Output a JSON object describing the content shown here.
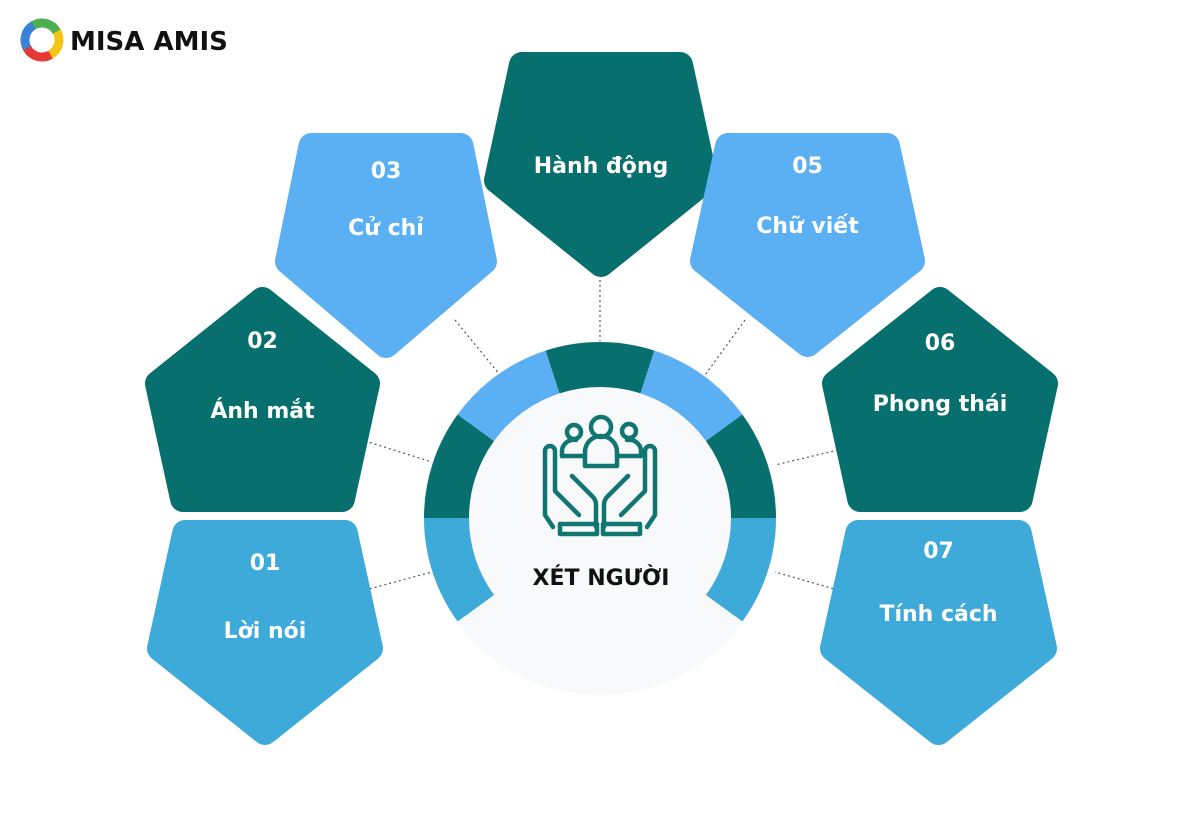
{
  "logo": {
    "text": "MISA AMIS"
  },
  "center": {
    "title": "XÉT NGƯỜI",
    "icon": "people-in-hands-icon"
  },
  "colors": {
    "dark_teal": "#07706e",
    "light_blue": "#5ab0f3",
    "mid_blue": "#3eaad9",
    "center_fill": "#f8f9fa",
    "icon": "#117672"
  },
  "items": [
    {
      "number": "01",
      "label": "Lời nói",
      "color": "#3eaad9"
    },
    {
      "number": "02",
      "label": "Ánh mắt",
      "color": "#07706e"
    },
    {
      "number": "03",
      "label": "Cử chỉ",
      "color": "#5ab0f3"
    },
    {
      "number": "",
      "label": "Hành động",
      "color": "#07706e"
    },
    {
      "number": "05",
      "label": "Chữ viết",
      "color": "#5ab0f3"
    },
    {
      "number": "06",
      "label": "Phong thái",
      "color": "#07706e"
    },
    {
      "number": "07",
      "label": "Tính cách",
      "color": "#3eaad9"
    }
  ]
}
